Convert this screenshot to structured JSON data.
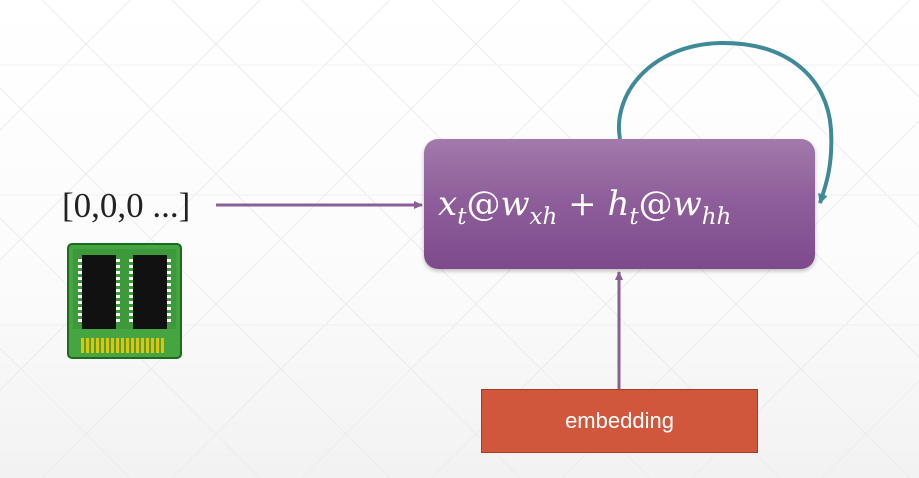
{
  "input": {
    "vector_text": "[0,0,0 ...]"
  },
  "cell": {
    "formula": {
      "x": "x",
      "x_sub": "t",
      "at1": "@",
      "w1": "w",
      "w1_sub": "xh",
      "plus": "+",
      "h": "h",
      "h_sub": "t",
      "at2": "@",
      "w2": "w",
      "w2_sub": "hh"
    }
  },
  "embedding": {
    "label": "embedding"
  },
  "colors": {
    "cell": "#8f5f9b",
    "arrow": "#8b5f96",
    "loop": "#3f8a99",
    "embedding": "#d0573b",
    "chip_board": "#44a541"
  },
  "icons": {
    "memory": "memory-chip-icon"
  }
}
